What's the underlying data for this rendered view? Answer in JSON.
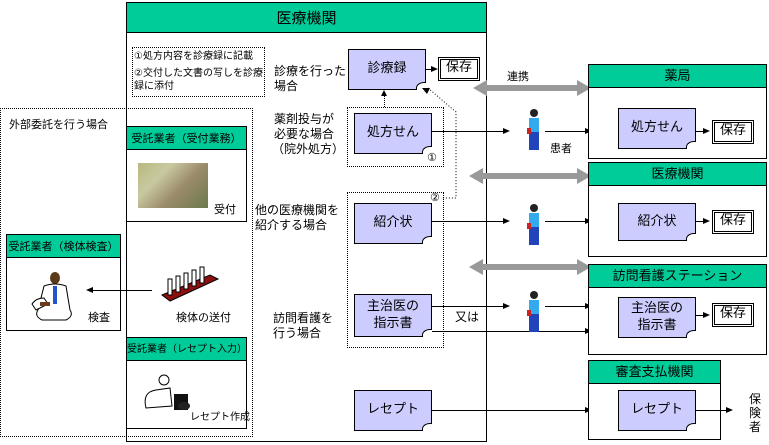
{
  "medical_institution": {
    "title": "医療機関",
    "notes": [
      "①処方内容を診療録に記載",
      "②交付した文書の写しを診療",
      "録に添付"
    ],
    "cases": {
      "consultation": [
        "診療を行った",
        "場合"
      ],
      "prescription": [
        "薬剤投与が",
        "必要な場合",
        "（院外処方）"
      ],
      "referral": [
        "他の医療機関を",
        "紹介する場合"
      ],
      "home_nursing": [
        "訪問看護を",
        "行う場合"
      ]
    },
    "docs": {
      "medical_record": "診療録",
      "prescription": "処方せん",
      "referral_letter": "紹介状",
      "instruction_line1": "主治医の",
      "instruction_line2": "指示書",
      "receipt": "レセプト"
    },
    "save_label": "保存",
    "marker1": "①",
    "marker2": "②"
  },
  "outsourcing": {
    "title": "外部委託を行う場合",
    "reception": {
      "header": "受託業者（受付業務）",
      "caption": "受付"
    },
    "specimen_test": {
      "header": "受託業者（検体検査）",
      "caption": "検査"
    },
    "specimen_send": "検体の送付",
    "receipt_input": {
      "header": "受託業者（レセプト入力）",
      "caption": "レセプト作成"
    }
  },
  "flow": {
    "cooperation": "連携",
    "patient": "患者",
    "or": "又は",
    "insurer": [
      "保",
      "険",
      "者"
    ]
  },
  "pharmacy": {
    "title": "薬局",
    "doc": "処方せん",
    "save": "保存"
  },
  "other_institution": {
    "title": "医療機関",
    "doc": "紹介状",
    "save": "保存"
  },
  "nursing_station": {
    "title": "訪問看護ステーション",
    "doc_line1": "主治医の",
    "doc_line2": "指示書",
    "save": "保存"
  },
  "review_agency": {
    "title": "審査支払機関",
    "doc": "レセプト"
  },
  "colors": {
    "header_green": "#00cc99",
    "doc_fill": "#ccccff",
    "arrow_gray": "#999999"
  }
}
